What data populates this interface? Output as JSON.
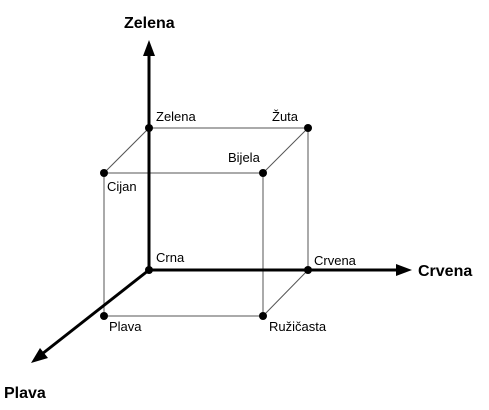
{
  "axes": {
    "green": "Zelena",
    "red": "Crvena",
    "blue": "Plava"
  },
  "vertices": {
    "origin": "Crna",
    "green": "Zelena",
    "yellow": "Žuta",
    "white": "Bijela",
    "cyan": "Cijan",
    "red": "Crvena",
    "blue": "Plava",
    "magenta": "Ružičasta"
  },
  "colors": {
    "axis": "#000000",
    "edge": "#555555",
    "dot": "#000000"
  }
}
